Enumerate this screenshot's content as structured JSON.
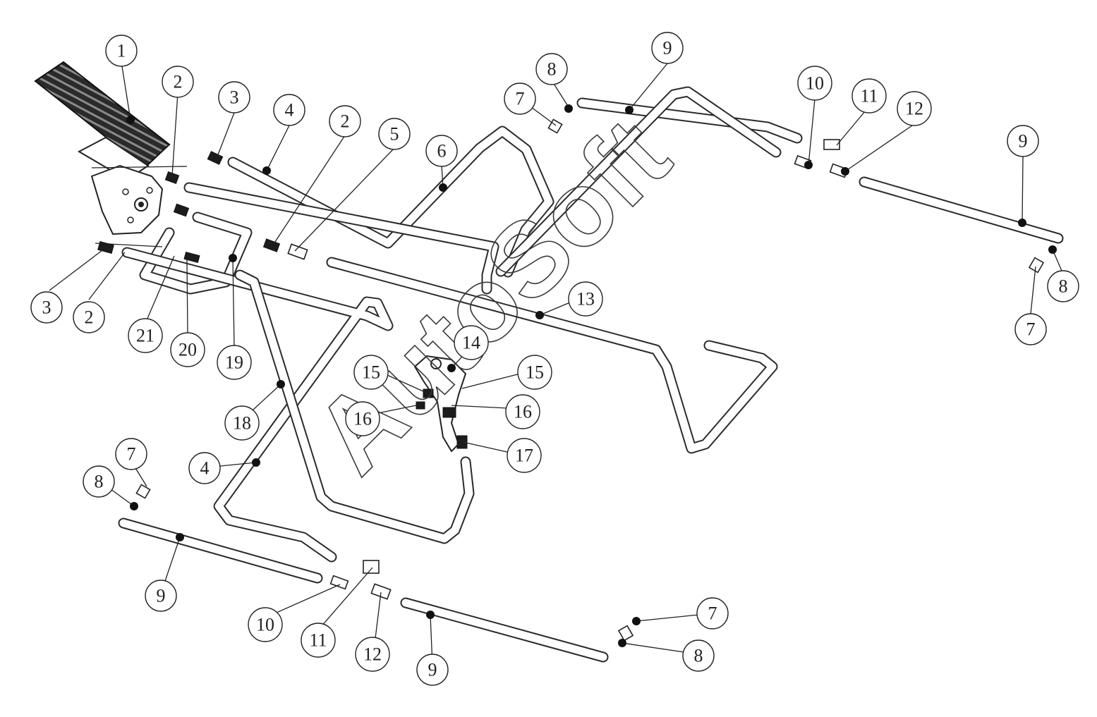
{
  "watermark": "AutoSoft",
  "callouts": [
    {
      "id": "c1",
      "label": "1"
    },
    {
      "id": "c2a",
      "label": "2"
    },
    {
      "id": "c3a",
      "label": "3"
    },
    {
      "id": "c4a",
      "label": "4"
    },
    {
      "id": "c2b",
      "label": "2"
    },
    {
      "id": "c5",
      "label": "5"
    },
    {
      "id": "c6",
      "label": "6"
    },
    {
      "id": "c7a",
      "label": "7"
    },
    {
      "id": "c8a",
      "label": "8"
    },
    {
      "id": "c9a",
      "label": "9"
    },
    {
      "id": "c10a",
      "label": "10"
    },
    {
      "id": "c11a",
      "label": "11"
    },
    {
      "id": "c12a",
      "label": "12"
    },
    {
      "id": "c9b",
      "label": "9"
    },
    {
      "id": "c8b",
      "label": "8"
    },
    {
      "id": "c7b",
      "label": "7"
    },
    {
      "id": "c3b",
      "label": "3"
    },
    {
      "id": "c2c",
      "label": "2"
    },
    {
      "id": "c21",
      "label": "21"
    },
    {
      "id": "c20",
      "label": "20"
    },
    {
      "id": "c19",
      "label": "19"
    },
    {
      "id": "c13",
      "label": "13"
    },
    {
      "id": "c14",
      "label": "14"
    },
    {
      "id": "c15a",
      "label": "15"
    },
    {
      "id": "c15b",
      "label": "15"
    },
    {
      "id": "c16a",
      "label": "16"
    },
    {
      "id": "c16b",
      "label": "16"
    },
    {
      "id": "c17",
      "label": "17"
    },
    {
      "id": "c18",
      "label": "18"
    },
    {
      "id": "c4b",
      "label": "4"
    },
    {
      "id": "c7c",
      "label": "7"
    },
    {
      "id": "c8c",
      "label": "8"
    },
    {
      "id": "c9c",
      "label": "9"
    },
    {
      "id": "c10b",
      "label": "10"
    },
    {
      "id": "c11b",
      "label": "11"
    },
    {
      "id": "c12b",
      "label": "12"
    },
    {
      "id": "c9d",
      "label": "9"
    },
    {
      "id": "c7d",
      "label": "7"
    },
    {
      "id": "c8d",
      "label": "8"
    }
  ]
}
